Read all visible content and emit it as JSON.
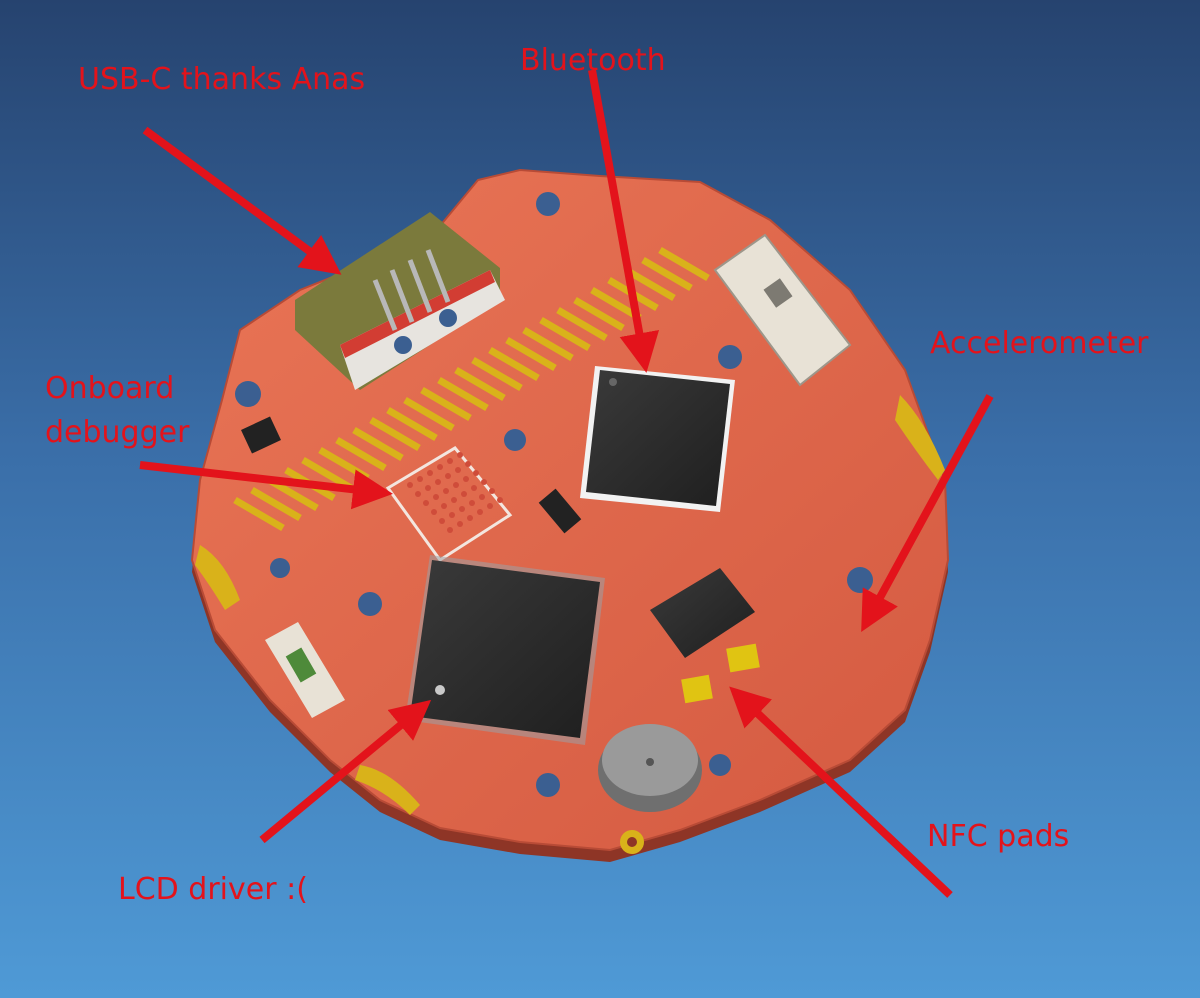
{
  "figure": {
    "description_free": true,
    "colors": {
      "background_top": "#26436f",
      "background_bottom": "#4f9ad6",
      "pcb": "#e36a4f",
      "pcb_edge": "#9a3a2a",
      "gold": "#d9b21a",
      "chip": "#2b2b2b",
      "annotation": "#e3131b"
    }
  },
  "callouts": [
    {
      "id": "usb-c",
      "text": "USB-C thanks Anas",
      "icon": "arrow"
    },
    {
      "id": "bluetooth",
      "text": "Bluetooth",
      "icon": "arrow"
    },
    {
      "id": "accelerometer",
      "text": "Accelerometer",
      "icon": "arrow"
    },
    {
      "id": "debugger",
      "text": "Onboard\ndebugger",
      "icon": "arrow"
    },
    {
      "id": "lcd-driver",
      "text": "LCD driver :(",
      "icon": "arrow"
    },
    {
      "id": "nfc-pads",
      "text": "NFC pads",
      "icon": "arrow"
    }
  ]
}
